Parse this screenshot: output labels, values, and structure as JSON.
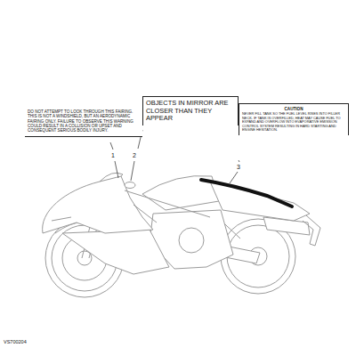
{
  "diagram": {
    "nodes": [
      {
        "text": [
          "DO NOT ATTEMPT TO LOOK THROUGH THIS FAIRING. THIS IS NOT A WINDSHIELD, BUT AN AERODYNAMIC FAIRING ONLY. FAILURE TO OBSERVE THIS WARNING COULD RESULT IN A COLLISION OR UPSET AND CONSEQUENT SERIOUS BODILY INJURY."
        ]
      },
      {
        "text": [
          "OBJECTS IN MIRROR ARE CLOSER THAN THEY APPEAR"
        ]
      },
      {
        "text": [
          "CAUTION",
          "NEVER FILL TANK SO THE FUEL LEVEL RISES INTO FILLER NECK. IF TANK IS OVERFILLED, HEAT MAY CAUSE FUEL TO EXPAND AND OVERFLOW INTO EVAPORATIVE EMISSION CONTROL SYSTEM RESULTING IN HARD STARTING AND ENGINE HESITATION."
        ]
      }
    ],
    "labels": [
      "1",
      "2",
      "3",
      "VS700204"
    ]
  }
}
